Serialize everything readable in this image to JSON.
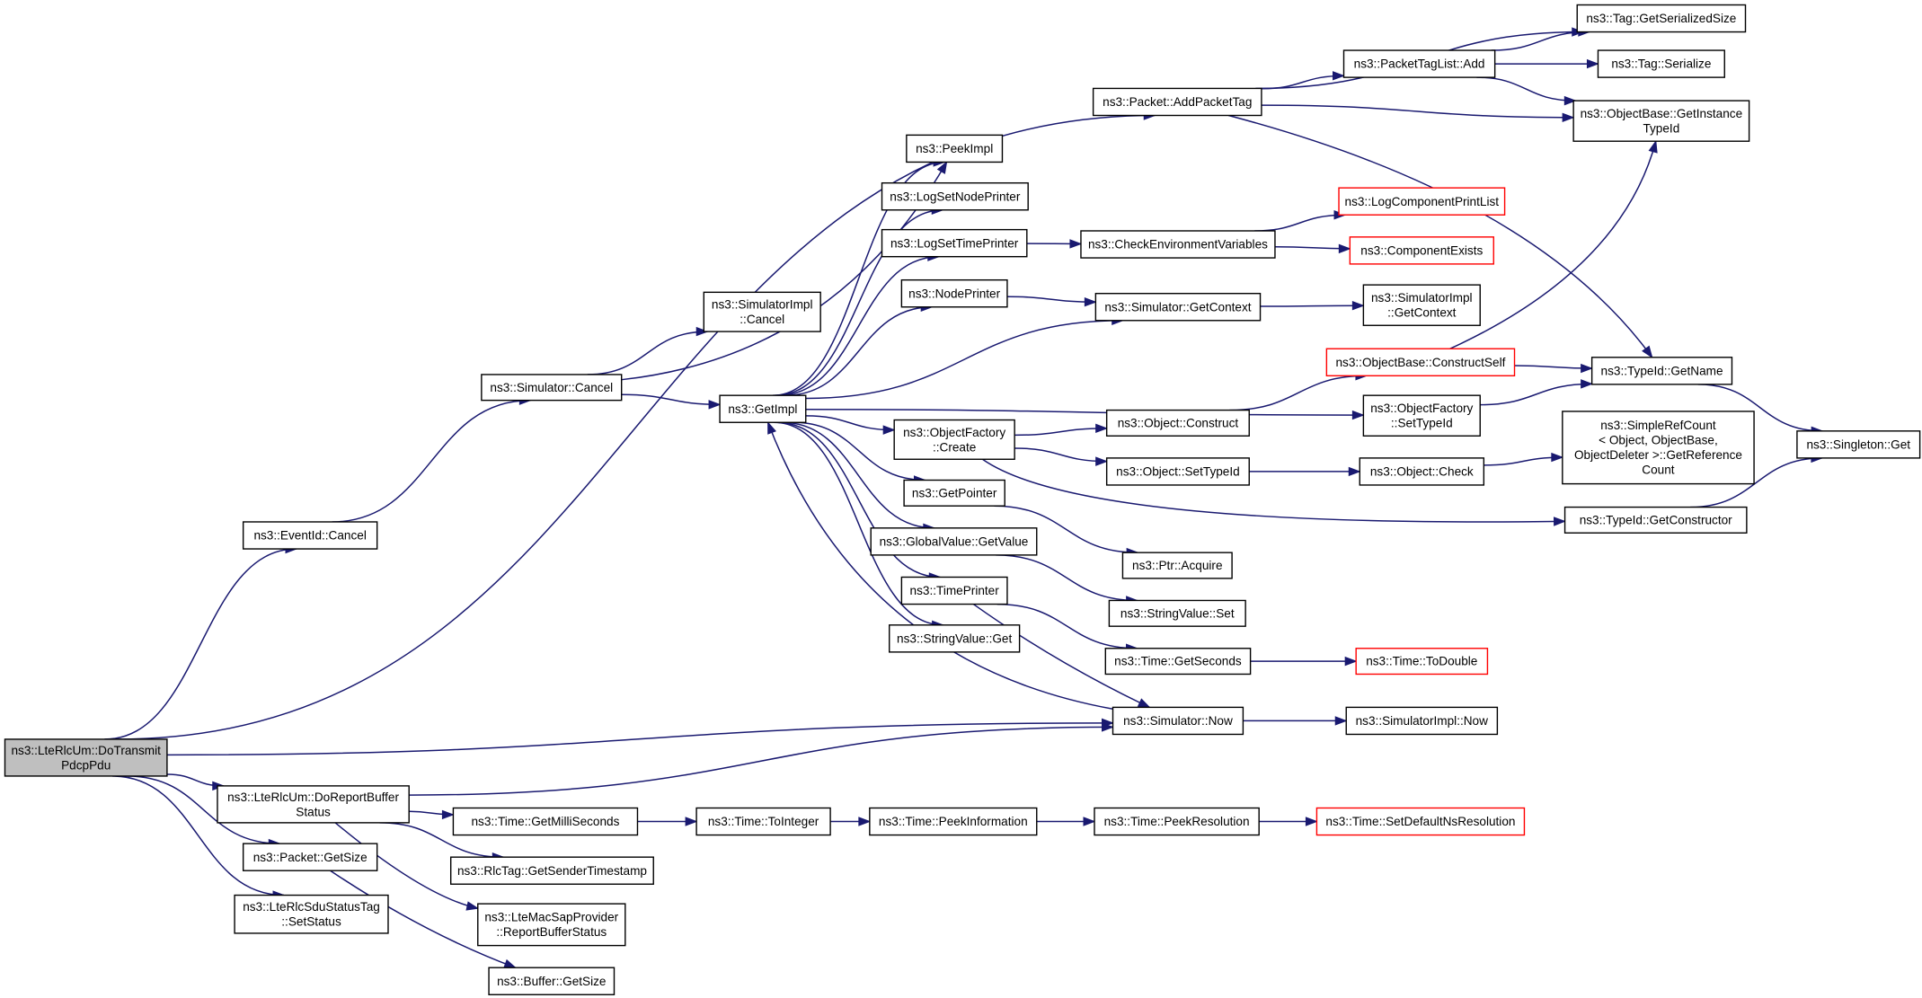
{
  "graph": {
    "colors": {
      "edge": "#191970",
      "node_border": "#000000",
      "root_fill": "#bfbfbf",
      "external_border": "#ff0000",
      "background": "#ffffff"
    },
    "nodes": [
      {
        "id": "DoTransmitPdcpPdu",
        "lines": [
          "ns3::LteRlcUm::DoTransmit",
          "PdcpPdu"
        ],
        "root": true
      },
      {
        "id": "EventIdCancel",
        "lines": [
          "ns3::EventId::Cancel"
        ]
      },
      {
        "id": "DoReportBufferStatus",
        "lines": [
          "ns3::LteRlcUm::DoReportBuffer",
          "Status"
        ]
      },
      {
        "id": "PacketGetSize",
        "lines": [
          "ns3::Packet::GetSize"
        ]
      },
      {
        "id": "SetStatus",
        "lines": [
          "ns3::LteRlcSduStatusTag",
          "::SetStatus"
        ]
      },
      {
        "id": "SimulatorCancel",
        "lines": [
          "ns3::Simulator::Cancel"
        ]
      },
      {
        "id": "SimImplCancel",
        "lines": [
          "ns3::SimulatorImpl",
          "::Cancel"
        ]
      },
      {
        "id": "GetImpl",
        "lines": [
          "ns3::GetImpl"
        ]
      },
      {
        "id": "PeekImpl",
        "lines": [
          "ns3::PeekImpl"
        ]
      },
      {
        "id": "LogSetNodePrinter",
        "lines": [
          "ns3::LogSetNodePrinter"
        ]
      },
      {
        "id": "LogSetTimePrinter",
        "lines": [
          "ns3::LogSetTimePrinter"
        ]
      },
      {
        "id": "NodePrinter",
        "lines": [
          "ns3::NodePrinter"
        ]
      },
      {
        "id": "ObjFactoryCreate",
        "lines": [
          "ns3::ObjectFactory",
          "::Create"
        ]
      },
      {
        "id": "GetPointer",
        "lines": [
          "ns3::GetPointer"
        ]
      },
      {
        "id": "GlobalValueGetValue",
        "lines": [
          "ns3::GlobalValue::GetValue"
        ]
      },
      {
        "id": "TimePrinter",
        "lines": [
          "ns3::TimePrinter"
        ]
      },
      {
        "id": "StringValueGet",
        "lines": [
          "ns3::StringValue::Get"
        ]
      },
      {
        "id": "AddPacketTag",
        "lines": [
          "ns3::Packet::AddPacketTag"
        ]
      },
      {
        "id": "PacketTagListAdd",
        "lines": [
          "ns3::PacketTagList::Add"
        ]
      },
      {
        "id": "TagGetSerializedSize",
        "lines": [
          "ns3::Tag::GetSerializedSize"
        ]
      },
      {
        "id": "TagSerialize",
        "lines": [
          "ns3::Tag::Serialize"
        ]
      },
      {
        "id": "GetInstanceTypeId",
        "lines": [
          "ns3::ObjectBase::GetInstance",
          "TypeId"
        ]
      },
      {
        "id": "CheckEnvVars",
        "lines": [
          "ns3::CheckEnvironmentVariables"
        ]
      },
      {
        "id": "LogComponentPrintList",
        "lines": [
          "ns3::LogComponentPrintList"
        ],
        "external": true
      },
      {
        "id": "ComponentExists",
        "lines": [
          "ns3::ComponentExists"
        ],
        "external": true
      },
      {
        "id": "SimulatorGetContext",
        "lines": [
          "ns3::Simulator::GetContext"
        ]
      },
      {
        "id": "SimImplGetContext",
        "lines": [
          "ns3::SimulatorImpl",
          "::GetContext"
        ]
      },
      {
        "id": "ConstructSelf",
        "lines": [
          "ns3::ObjectBase::ConstructSelf"
        ],
        "external": true
      },
      {
        "id": "TypeIdGetName",
        "lines": [
          "ns3::TypeId::GetName"
        ]
      },
      {
        "id": "ObjFactorySetTypeId",
        "lines": [
          "ns3::ObjectFactory",
          "::SetTypeId"
        ]
      },
      {
        "id": "ObjectConstruct",
        "lines": [
          "ns3::Object::Construct"
        ]
      },
      {
        "id": "ObjectSetTypeId",
        "lines": [
          "ns3::Object::SetTypeId"
        ]
      },
      {
        "id": "ObjectCheck",
        "lines": [
          "ns3::Object::Check"
        ]
      },
      {
        "id": "GetReferenceCount",
        "lines": [
          "ns3::SimpleRefCount",
          "< Object, ObjectBase,",
          "ObjectDeleter >::GetReference",
          "Count"
        ]
      },
      {
        "id": "SingletonGet",
        "lines": [
          "ns3::Singleton::Get"
        ]
      },
      {
        "id": "GetConstructor",
        "lines": [
          "ns3::TypeId::GetConstructor"
        ]
      },
      {
        "id": "PtrAcquire",
        "lines": [
          "ns3::Ptr::Acquire"
        ]
      },
      {
        "id": "StringValueSet",
        "lines": [
          "ns3::StringValue::Set"
        ]
      },
      {
        "id": "TimeGetSeconds",
        "lines": [
          "ns3::Time::GetSeconds"
        ]
      },
      {
        "id": "TimeToDouble",
        "lines": [
          "ns3::Time::ToDouble"
        ],
        "external": true
      },
      {
        "id": "SimulatorNow",
        "lines": [
          "ns3::Simulator::Now"
        ]
      },
      {
        "id": "SimImplNow",
        "lines": [
          "ns3::SimulatorImpl::Now"
        ]
      },
      {
        "id": "TimeGetMilliSeconds",
        "lines": [
          "ns3::Time::GetMilliSeconds"
        ]
      },
      {
        "id": "TimeToInteger",
        "lines": [
          "ns3::Time::ToInteger"
        ]
      },
      {
        "id": "TimePeekInformation",
        "lines": [
          "ns3::Time::PeekInformation"
        ]
      },
      {
        "id": "TimePeekResolution",
        "lines": [
          "ns3::Time::PeekResolution"
        ]
      },
      {
        "id": "SetDefaultNsResolution",
        "lines": [
          "ns3::Time::SetDefaultNsResolution"
        ],
        "external": true
      },
      {
        "id": "RlcTagGetSenderTimestamp",
        "lines": [
          "ns3::RlcTag::GetSenderTimestamp"
        ]
      },
      {
        "id": "ReportBufferStatus",
        "lines": [
          "ns3::LteMacSapProvider",
          "::ReportBufferStatus"
        ]
      },
      {
        "id": "BufferGetSize",
        "lines": [
          "ns3::Buffer::GetSize"
        ]
      }
    ],
    "edges": [
      [
        "DoTransmitPdcpPdu",
        "AddPacketTag"
      ],
      [
        "DoTransmitPdcpPdu",
        "EventIdCancel"
      ],
      [
        "DoTransmitPdcpPdu",
        "SimulatorNow"
      ],
      [
        "DoTransmitPdcpPdu",
        "DoReportBufferStatus"
      ],
      [
        "DoTransmitPdcpPdu",
        "PacketGetSize"
      ],
      [
        "DoTransmitPdcpPdu",
        "SetStatus"
      ],
      [
        "EventIdCancel",
        "SimulatorCancel"
      ],
      [
        "SimulatorCancel",
        "SimImplCancel"
      ],
      [
        "SimulatorCancel",
        "GetImpl"
      ],
      [
        "SimulatorCancel",
        "PeekImpl"
      ],
      [
        "GetImpl",
        "PeekImpl"
      ],
      [
        "GetImpl",
        "LogSetNodePrinter"
      ],
      [
        "GetImpl",
        "LogSetTimePrinter"
      ],
      [
        "GetImpl",
        "NodePrinter"
      ],
      [
        "GetImpl",
        "SimulatorGetContext"
      ],
      [
        "GetImpl",
        "ObjFactorySetTypeId"
      ],
      [
        "GetImpl",
        "ObjFactoryCreate"
      ],
      [
        "GetImpl",
        "GetPointer"
      ],
      [
        "GetImpl",
        "GlobalValueGetValue"
      ],
      [
        "GetImpl",
        "TimePrinter"
      ],
      [
        "GetImpl",
        "StringValueGet"
      ],
      [
        "SimulatorNow",
        "GetImpl"
      ],
      [
        "AddPacketTag",
        "TagGetSerializedSize"
      ],
      [
        "AddPacketTag",
        "PacketTagListAdd"
      ],
      [
        "AddPacketTag",
        "GetInstanceTypeId"
      ],
      [
        "AddPacketTag",
        "TypeIdGetName"
      ],
      [
        "PacketTagListAdd",
        "TagGetSerializedSize"
      ],
      [
        "PacketTagListAdd",
        "TagSerialize"
      ],
      [
        "PacketTagListAdd",
        "GetInstanceTypeId"
      ],
      [
        "LogSetTimePrinter",
        "CheckEnvVars"
      ],
      [
        "CheckEnvVars",
        "LogComponentPrintList"
      ],
      [
        "CheckEnvVars",
        "ComponentExists"
      ],
      [
        "NodePrinter",
        "SimulatorGetContext"
      ],
      [
        "SimulatorGetContext",
        "SimImplGetContext"
      ],
      [
        "ConstructSelf",
        "GetInstanceTypeId"
      ],
      [
        "ConstructSelf",
        "TypeIdGetName"
      ],
      [
        "ObjFactorySetTypeId",
        "TypeIdGetName"
      ],
      [
        "ObjFactoryCreate",
        "ObjectConstruct"
      ],
      [
        "ObjFactoryCreate",
        "ObjectSetTypeId"
      ],
      [
        "ObjFactoryCreate",
        "GetConstructor"
      ],
      [
        "ObjectConstruct",
        "ConstructSelf"
      ],
      [
        "ObjectSetTypeId",
        "ObjectCheck"
      ],
      [
        "ObjectCheck",
        "GetReferenceCount"
      ],
      [
        "TypeIdGetName",
        "SingletonGet"
      ],
      [
        "GetConstructor",
        "SingletonGet"
      ],
      [
        "GetPointer",
        "PtrAcquire"
      ],
      [
        "GlobalValueGetValue",
        "StringValueSet"
      ],
      [
        "TimePrinter",
        "TimeGetSeconds"
      ],
      [
        "TimePrinter",
        "SimulatorNow"
      ],
      [
        "TimeGetSeconds",
        "TimeToDouble"
      ],
      [
        "SimulatorNow",
        "SimImplNow"
      ],
      [
        "DoReportBufferStatus",
        "SimulatorNow"
      ],
      [
        "DoReportBufferStatus",
        "TimeGetMilliSeconds"
      ],
      [
        "DoReportBufferStatus",
        "RlcTagGetSenderTimestamp"
      ],
      [
        "DoReportBufferStatus",
        "ReportBufferStatus"
      ],
      [
        "TimeGetMilliSeconds",
        "TimeToInteger"
      ],
      [
        "TimeToInteger",
        "TimePeekInformation"
      ],
      [
        "TimePeekInformation",
        "TimePeekResolution"
      ],
      [
        "TimePeekResolution",
        "SetDefaultNsResolution"
      ],
      [
        "PacketGetSize",
        "BufferGetSize"
      ]
    ]
  }
}
